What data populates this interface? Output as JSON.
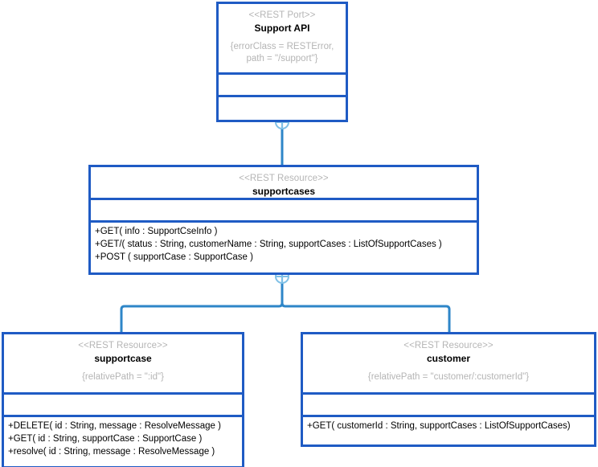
{
  "diagram": {
    "title": "REST API UML Class Diagram",
    "colors": {
      "box_border": "#1f5bc4",
      "connector": "#2e86c8",
      "connector_light": "#7fc0e6",
      "stereotype_text": "#b5b5b5",
      "name_text": "#000000",
      "background": "#ffffff"
    },
    "nodes": [
      {
        "id": "support-api",
        "stereotype": "<<REST Port>>",
        "name": "Support API",
        "tagged_values": "{errorClass = RESTError, path = \"/support\"}",
        "tagged_values_lines": [
          "{errorClass = RESTError,",
          "path = \"/support\"}"
        ],
        "attributes": [],
        "operations": []
      },
      {
        "id": "supportcases",
        "stereotype": "<<REST Resource>>",
        "name": "supportcases",
        "tagged_values": "",
        "tagged_values_lines": [],
        "attributes": [],
        "operations": [
          "+GET( info : SupportCseInfo )",
          "+GET/( status : String, customerName : String, supportCases : ListOfSupportCases )",
          "+POST ( supportCase : SupportCase )"
        ]
      },
      {
        "id": "supportcase",
        "stereotype": "<<REST Resource>>",
        "name": "supportcase",
        "tagged_values": "{relativePath = \":id\"}",
        "tagged_values_lines": [
          "{relativePath = \":id\"}"
        ],
        "attributes": [],
        "operations": [
          "+DELETE( id : String, message : ResolveMessage )",
          "+GET( id : String, supportCase : SupportCase )",
          "+resolve( id : String, message : ResolveMessage )"
        ]
      },
      {
        "id": "customer",
        "stereotype": "<<REST Resource>>",
        "name": "customer",
        "tagged_values": "{relativePath = \"customer/:customerId\"}",
        "tagged_values_lines": [
          "{relativePath = \"customer/:customerId\"}"
        ],
        "attributes": [],
        "operations": [
          "+GET( customerId : String, supportCases : ListOfSupportCases)"
        ]
      }
    ],
    "connectors": [
      {
        "id": "support-api-to-supportcases",
        "type": "containment",
        "source": "support-api",
        "target": "supportcases",
        "symbol": "circle-plus"
      },
      {
        "id": "supportcases-to-supportcase",
        "type": "containment",
        "source": "supportcases",
        "target": "supportcase",
        "symbol": "circle-plus"
      },
      {
        "id": "supportcases-to-customer",
        "type": "containment",
        "source": "supportcases",
        "target": "customer",
        "symbol": "circle-plus"
      }
    ]
  }
}
